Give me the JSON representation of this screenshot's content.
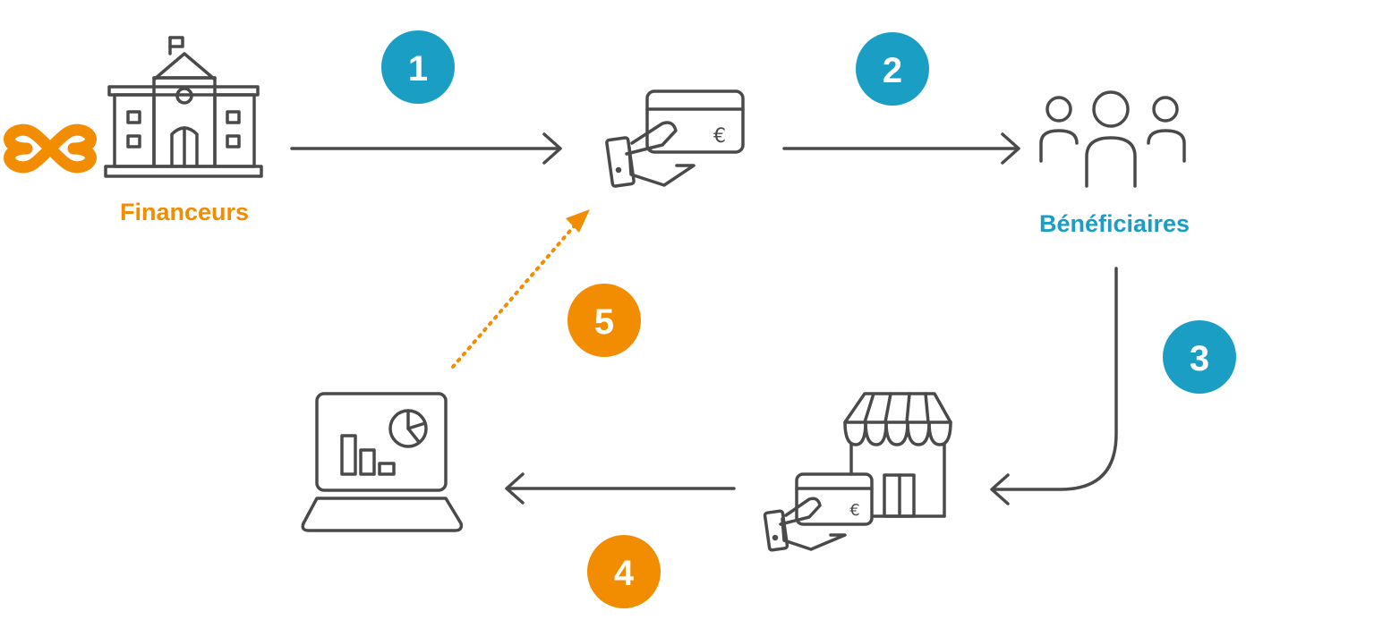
{
  "nodes": {
    "funders": {
      "label": "Financeurs",
      "icon": "government-building-icon"
    },
    "card": {
      "icon": "hand-holding-payment-card-icon",
      "currency_symbol": "€"
    },
    "beneficiaries": {
      "label": "Bénéficiaires",
      "icon": "people-group-icon"
    },
    "merchant": {
      "icon": "shop-card-payment-icon",
      "currency_symbol": "€"
    },
    "reporting": {
      "icon": "laptop-dashboard-icon"
    }
  },
  "steps": [
    {
      "number": "1",
      "color": "#1a9ec3"
    },
    {
      "number": "2",
      "color": "#1a9ec3"
    },
    {
      "number": "3",
      "color": "#1a9ec3"
    },
    {
      "number": "4",
      "color": "#f28c00"
    },
    {
      "number": "5",
      "color": "#f28c00"
    }
  ],
  "colors": {
    "orange": "#f28c00",
    "blue": "#1a9ec3",
    "line": "#4a4a4a"
  }
}
